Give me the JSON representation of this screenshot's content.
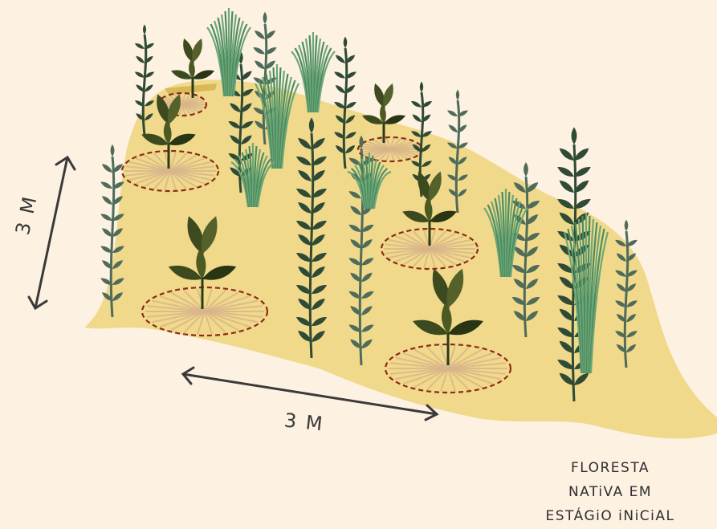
{
  "dimensions": {
    "vertical_label": "3 M",
    "horizontal_label": "3 M"
  },
  "caption": {
    "lines": [
      "FLORESTA",
      "NATiVA EM",
      "ESTÁGiO iNiCiAL"
    ]
  },
  "colors": {
    "background": "#fdf1e2",
    "ground": "#f0d98a",
    "mulch": "#d8b48a",
    "mulch_ring": "#8a2a1a",
    "leaf_dark": "#2f4a35",
    "leaf_mid": "#4f6b5a",
    "leaf_olive": "#3d4a1f",
    "grass": "#4f8a5f",
    "arrow": "#3a3a3a"
  },
  "icons": [
    "double-arrow-icon",
    "mulch-ring-icon",
    "seedling-icon",
    "sapling-icon",
    "grass-clump-icon"
  ]
}
